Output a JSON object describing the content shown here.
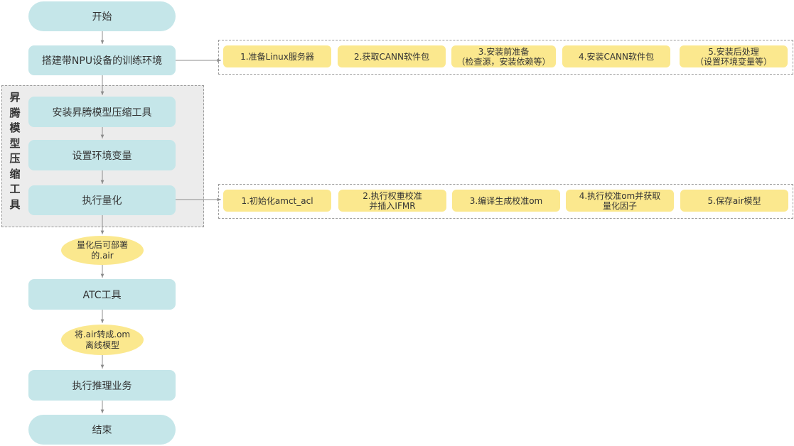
{
  "flow": {
    "start": "开始",
    "prepare_env": "搭建带NPU设备的训练环境",
    "install_tool": "安装昇腾模型压缩工具",
    "set_env": "设置环境变量",
    "quantize": "执行量化",
    "air_output": "量化后可部署\n的.air",
    "atc": "ATC工具",
    "om_output": "将.air转成.om\n离线模型",
    "inference": "执行推理业务",
    "end": "结束"
  },
  "group": {
    "label": [
      "昇",
      "腾",
      "模",
      "型",
      "压",
      "缩",
      "工",
      "具"
    ]
  },
  "prepare_steps": [
    "1.准备Linux服务器",
    "2.获取CANN软件包",
    "3.安装前准备\n（检查源，安装依赖等）",
    "4.安装CANN软件包",
    "5.安装后处理\n（设置环境变量等）"
  ],
  "quantize_steps": [
    "1.初始化amct_acl",
    "2.执行权重校准\n并插入IFMR",
    "3.编译生成校准om",
    "4.执行校准om并获取\n量化因子",
    "5.保存air模型"
  ],
  "colors": {
    "main": "#c5e6e9",
    "yellow": "#fbe88e",
    "group_bg": "#ececec",
    "line": "#8c8c8c"
  }
}
